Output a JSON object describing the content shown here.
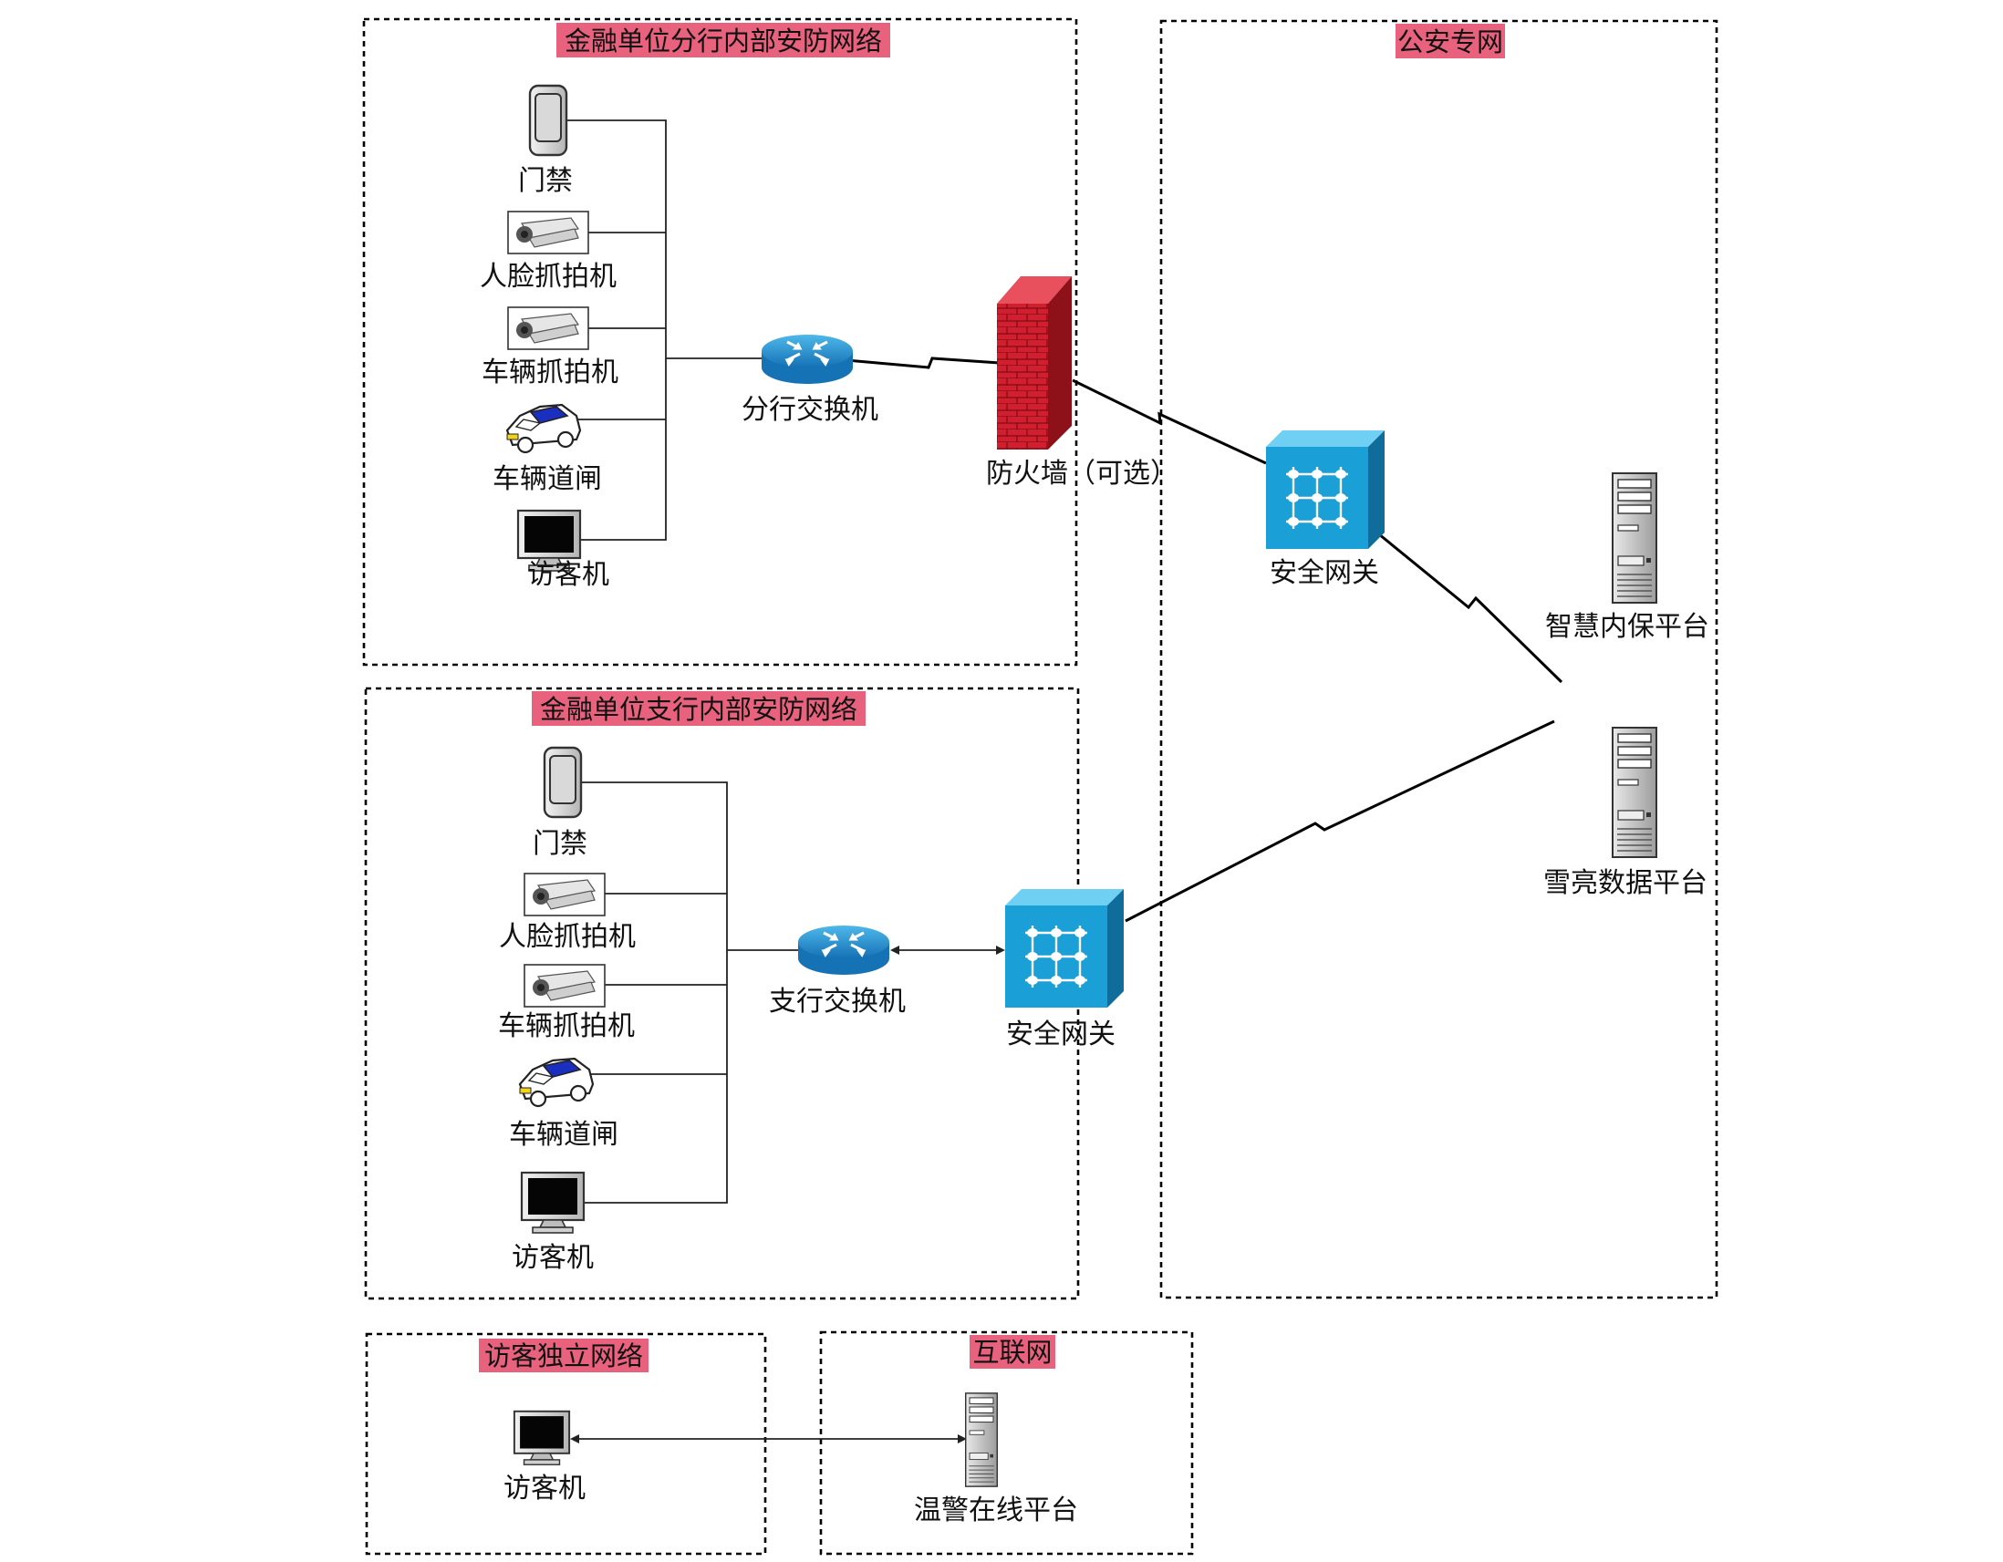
{
  "zones": {
    "branch": {
      "title": "金融单位分行内部安防网络"
    },
    "subbranch": {
      "title": "金融单位支行内部安防网络"
    },
    "police": {
      "title": "公安专网"
    },
    "visitor": {
      "title": "访客独立网络"
    },
    "internet": {
      "title": "互联网"
    }
  },
  "branch": {
    "devices": [
      "门禁",
      "人脸抓拍机",
      "车辆抓拍机",
      "车辆道闸",
      "访客机"
    ],
    "switch": "分行交换机",
    "firewall": "防火墙（可选）"
  },
  "subbranch": {
    "devices": [
      "门禁",
      "人脸抓拍机",
      "车辆抓拍机",
      "车辆道闸",
      "访客机"
    ],
    "switch": "支行交换机",
    "gateway": "安全网关"
  },
  "police": {
    "gateway": "安全网关",
    "platform1": "智慧内保平台",
    "platform2": "雪亮数据平台"
  },
  "visitor": {
    "terminal": "访客机"
  },
  "internet": {
    "platform": "温警在线平台"
  },
  "colors": {
    "title_highlight": "#e8627e",
    "firewall_red": "#d21f2f",
    "gateway_blue": "#1a9fd6",
    "router_blue": "#1d8fcf"
  },
  "icons": [
    "door-access-icon",
    "camera-icon",
    "car-barrier-icon",
    "monitor-icon",
    "router-icon",
    "firewall-icon",
    "gateway-icon",
    "server-tower-icon"
  ]
}
